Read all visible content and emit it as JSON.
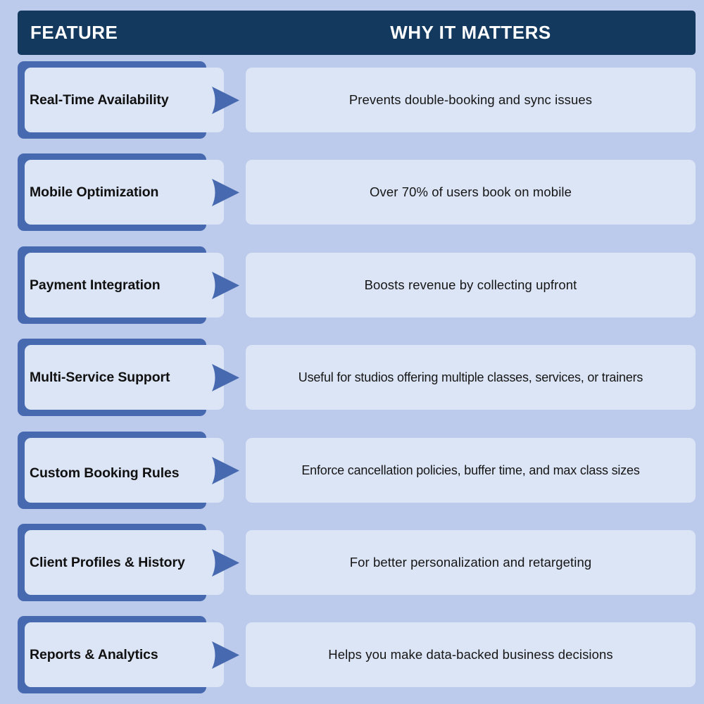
{
  "header": {
    "feature_label": "FEATURE",
    "why_label": "WHY IT MATTERS",
    "background": "#13395f"
  },
  "colors": {
    "page_background": "#bccaeb",
    "accent_blue": "#4769b0",
    "box_fill": "#dce5f6",
    "text": "#111111"
  },
  "rows": [
    {
      "feature": "Real-Time Availability",
      "why": "Prevents double-booking and sync issues",
      "icon": "arrow-right-icon"
    },
    {
      "feature": "Mobile Optimization",
      "why": "Over 70% of users book on mobile",
      "icon": "arrow-right-icon"
    },
    {
      "feature": "Payment Integration",
      "why": "Boosts revenue by collecting upfront",
      "icon": "arrow-right-icon"
    },
    {
      "feature": "Multi-Service Support",
      "why": "Useful for studios offering multiple classes, services, or trainers",
      "icon": "arrow-right-icon"
    },
    {
      "feature": "Custom Booking Rules",
      "why": "Enforce cancellation policies, buffer time, and max class sizes",
      "icon": "arrow-right-icon"
    },
    {
      "feature": "Client Profiles & History",
      "why": "For better personalization and retargeting",
      "icon": "arrow-right-icon"
    },
    {
      "feature": "Reports & Analytics",
      "why": "Helps you make data-backed business decisions",
      "icon": "arrow-right-icon"
    }
  ]
}
